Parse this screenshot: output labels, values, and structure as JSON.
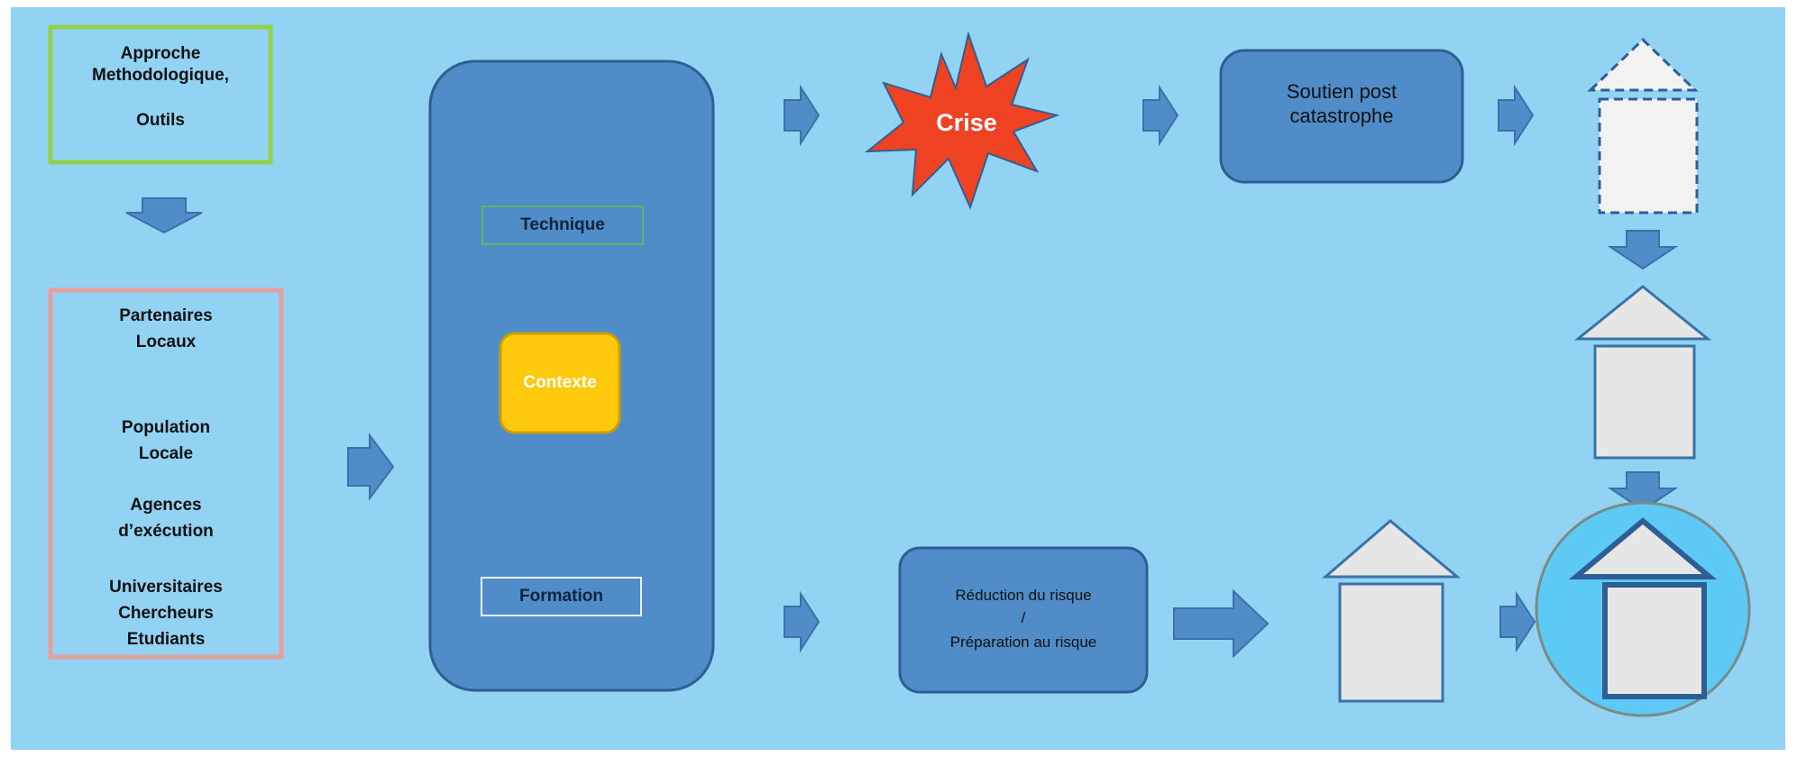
{
  "diagram": {
    "approach_box": {
      "line1": "Approche",
      "line2": "Methodologique,",
      "line3": "Outils"
    },
    "actors_box": {
      "group1_line1": "Partenaires",
      "group1_line2": "Locaux",
      "group2_line1": "Population",
      "group2_line2": "Locale",
      "group3_line1": "Agences",
      "group3_line2": "d’exécution",
      "group4_line1": "Universitaires",
      "group4_line2": "Chercheurs",
      "group4_line3": "Etudiants"
    },
    "center_panel": {
      "technique": "Technique",
      "contexte": "Contexte",
      "formation": "Formation"
    },
    "crisis_label": "Crise",
    "post_disaster_line1": "Soutien post",
    "post_disaster_line2": "catastrophe",
    "risk_box": {
      "line1": "Réduction du risque",
      "line2": "/",
      "line3": "Préparation au risque"
    },
    "colors": {
      "background": "#92d2f2",
      "panel_blue": "#4f8cc8",
      "arrow_blue": "#4f8cc8",
      "context_yellow": "#ffc90e",
      "crisis_red": "#ef4223",
      "house_gray": "#e6e6e6",
      "approach_border": "#92d050",
      "actors_border": "#e6a09a"
    },
    "icons": [
      "arrow-right-icon",
      "arrow-down-icon",
      "explosion-icon",
      "house-icon"
    ]
  }
}
